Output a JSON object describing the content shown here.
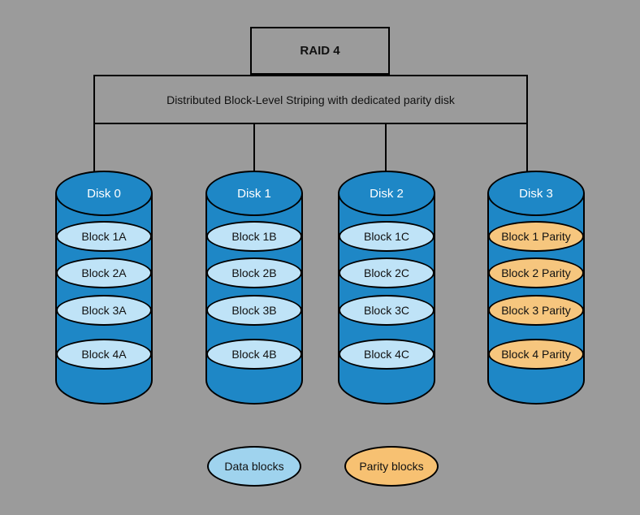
{
  "title": "RAID 4",
  "subtitle": "Distributed Block-Level Striping with dedicated parity disk",
  "colors": {
    "background": "#9b9b9b",
    "disk_blue": "#1e87c6",
    "data_block": "#bfe3f7",
    "parity_block": "#f6c67e",
    "legend_data": "#9fd3ee",
    "legend_parity": "#f7c172",
    "outline": "#000000"
  },
  "disks": [
    {
      "name": "Disk 0",
      "type": "data",
      "blocks": [
        "Block 1A",
        "Block 2A",
        "Block 3A",
        "Block 4A"
      ]
    },
    {
      "name": "Disk 1",
      "type": "data",
      "blocks": [
        "Block 1B",
        "Block 2B",
        "Block 3B",
        "Block 4B"
      ]
    },
    {
      "name": "Disk 2",
      "type": "data",
      "blocks": [
        "Block 1C",
        "Block 2C",
        "Block 3C",
        "Block 4C"
      ]
    },
    {
      "name": "Disk 3",
      "type": "parity",
      "blocks": [
        "Block 1 Parity",
        "Block 2 Parity",
        "Block 3 Parity",
        "Block 4 Parity"
      ]
    }
  ],
  "legend": [
    {
      "label": "Data blocks",
      "type": "data"
    },
    {
      "label": "Parity blocks",
      "type": "parity"
    }
  ]
}
